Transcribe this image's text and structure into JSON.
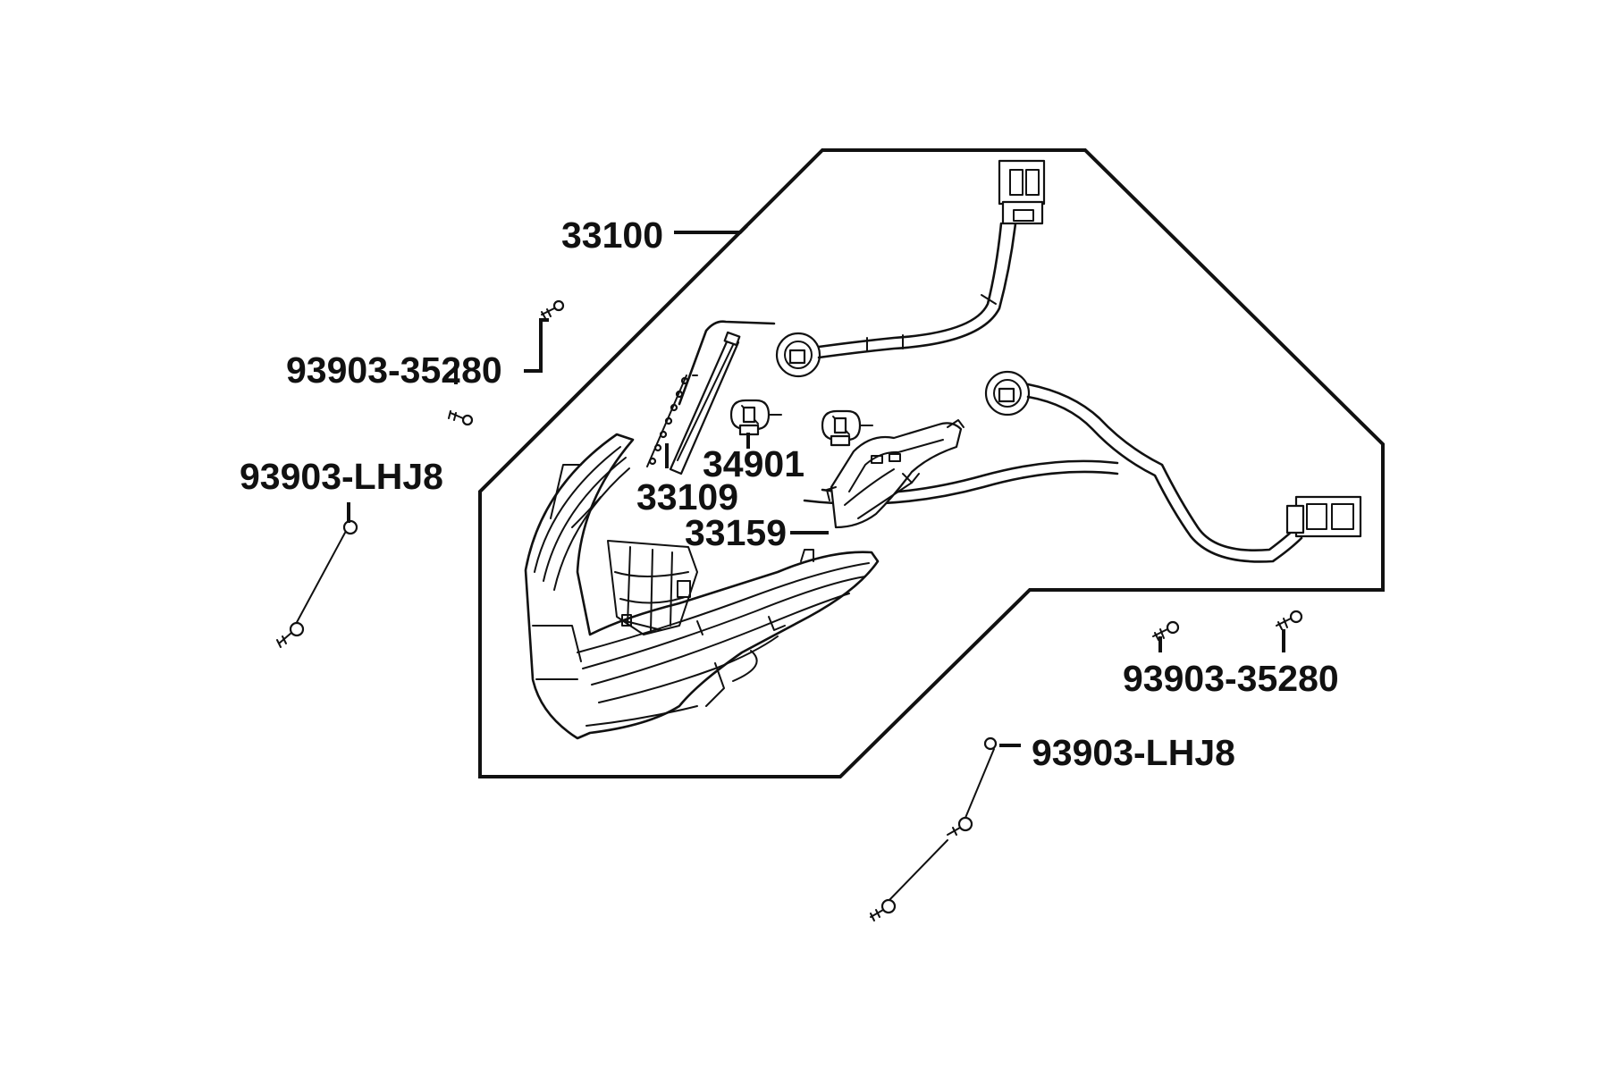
{
  "diagram": {
    "labels": {
      "headlight_assembly": "33100",
      "screw_upper_left": "93903-35280",
      "screw_left": "93903-LHJ8",
      "bulb": "34901",
      "position_lamp": "33109",
      "bulb_socket": "33159",
      "screw_right": "93903-35280",
      "screw_bottom": "93903-LHJ8"
    }
  }
}
